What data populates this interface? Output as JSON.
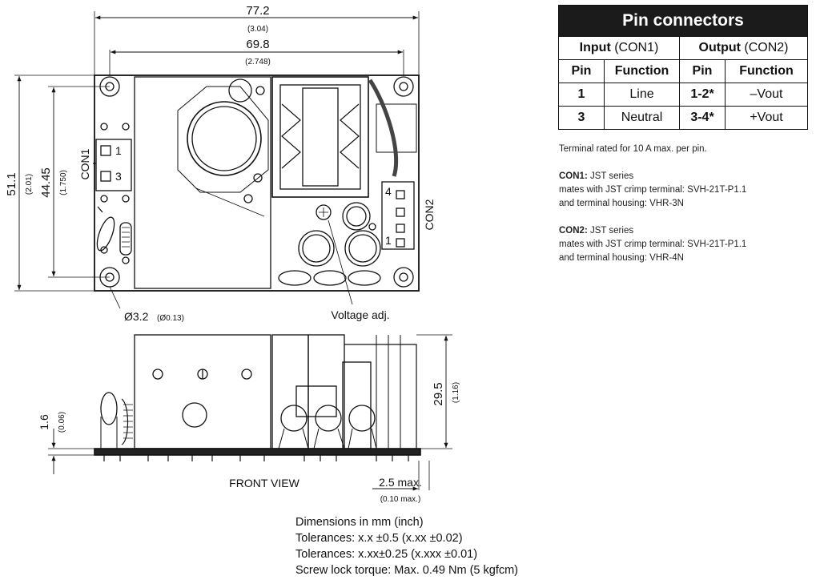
{
  "top_view": {
    "width_overall": "77.2",
    "width_overall_in": "(3.04)",
    "hole_pitch_x": "69.8",
    "hole_pitch_x_in": "(2.748)",
    "height_overall": "51.1",
    "height_overall_in": "(2.01)",
    "hole_pitch_y": "44.45",
    "hole_pitch_y_in": "(1.750)",
    "con1_label": "CON1",
    "con1_pin_1": "1",
    "con1_pin_3": "3",
    "con2_label": "CON2",
    "con2_pin_4": "4",
    "con2_pin_1": "1",
    "hole_dia": "Ø3.2",
    "hole_dia_in": "(Ø0.13)",
    "voltage_adj": "Voltage adj."
  },
  "front_view": {
    "label": "FRONT VIEW",
    "height": "29.5",
    "height_in": "(1.16)",
    "standoff": "1.6",
    "standoff_in": "(0.06)",
    "lead_len": "2.5 max.",
    "lead_len_in": "(0.10 max.)"
  },
  "pin_table": {
    "title": "Pin connectors",
    "input_bold": "Input",
    "input_rest": " (CON1)",
    "output_bold": "Output",
    "output_rest": " (CON2)",
    "col_pin": "Pin",
    "col_function": "Function",
    "rows": [
      {
        "in_pin": "1",
        "in_func": "Line",
        "out_pin": "1-2*",
        "out_func": "–Vout"
      },
      {
        "in_pin": "3",
        "in_func": "Neutral",
        "out_pin": "3-4*",
        "out_func": "+Vout"
      }
    ]
  },
  "notes": {
    "terminal": "Terminal rated for 10 A max. per pin.",
    "con1_head": "CON1:",
    "con1_series": " JST series",
    "con1_l2": "mates with JST crimp terminal: SVH-21T-P1.1",
    "con1_l3": "and terminal housing: VHR-3N",
    "con2_head": "CON2:",
    "con2_series": " JST series",
    "con2_l2": "mates with JST crimp terminal: SVH-21T-P1.1",
    "con2_l3": "and terminal housing: VHR-4N"
  },
  "dimensions_note": {
    "l1": "Dimensions in mm (inch)",
    "l2": "Tolerances: x.x ±0.5 (x.xx ±0.02)",
    "l3": "Tolerances: x.xx±0.25 (x.xxx ±0.01)",
    "l4": "Screw lock torque: Max. 0.49 Nm (5 kgfcm)"
  }
}
